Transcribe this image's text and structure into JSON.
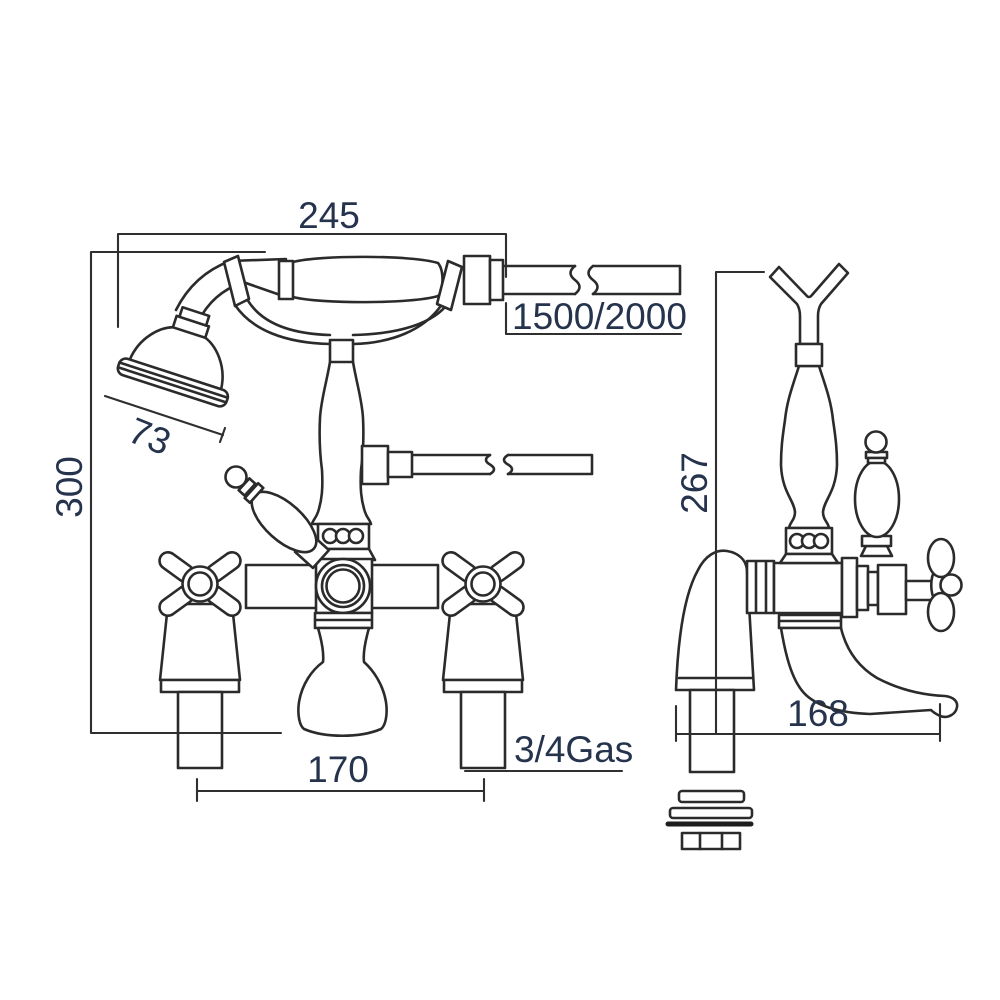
{
  "dimensions": {
    "handset_width": "245",
    "hose_length": "1500/2000",
    "head_diameter": "73",
    "total_height": "300",
    "side_height": "267",
    "spout_reach": "168",
    "inlet_spacing": "170",
    "inlet_thread": "3/4Gas"
  },
  "colors": {
    "line": "#2b2b2b",
    "text": "#26334d",
    "background": "#ffffff"
  }
}
